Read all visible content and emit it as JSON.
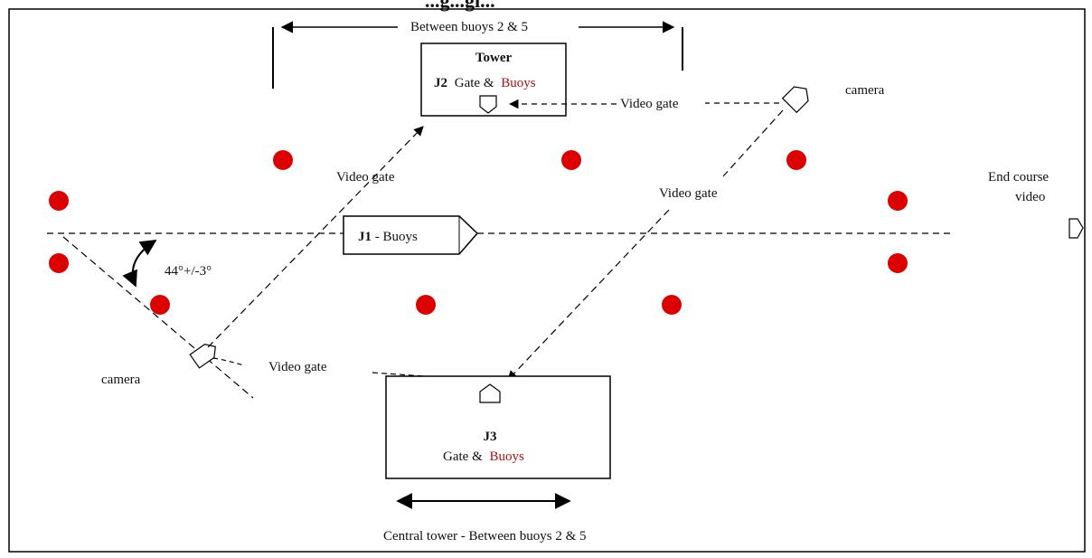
{
  "diagram": {
    "title_fragment": "...g...gi...",
    "top_span_label": "Between  buoys 2 & 5",
    "bottom_span_label": "Central tower -  Between buoys 2 & 5",
    "j2": {
      "title": "Tower",
      "id": "J2",
      "gate": "Gate &",
      "buoys": "Buoys"
    },
    "j1": {
      "label": "J1",
      "suffix": " - Buoys"
    },
    "j3": {
      "id": "J3",
      "gate": "Gate &",
      "buoys": "Buoys"
    },
    "video_gate_label": "Video gate",
    "camera_label": "camera",
    "end_course_line1": "End course",
    "end_course_line2": "video",
    "angle_label": "44°+/-3°",
    "colors": {
      "buoy": "#dd0000",
      "buoy_text": "#b01010",
      "line": "#000000"
    }
  }
}
